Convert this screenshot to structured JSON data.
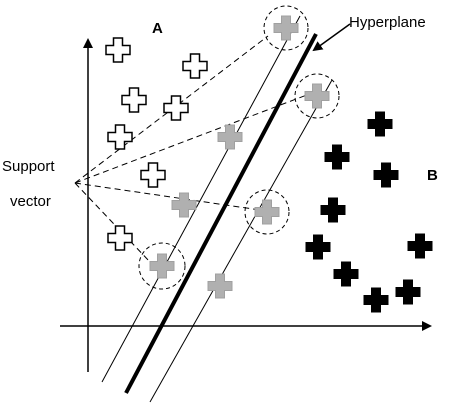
{
  "labels": {
    "class_a": "A",
    "class_b": "B",
    "hyperplane": "Hyperplane",
    "support_line1": "Support",
    "support_line2": "vector"
  },
  "colors": {
    "class_a_fill": "#ffffff",
    "class_b_fill": "#000000",
    "support_vector_fill": "#b0b0b0",
    "line": "#000000"
  }
}
